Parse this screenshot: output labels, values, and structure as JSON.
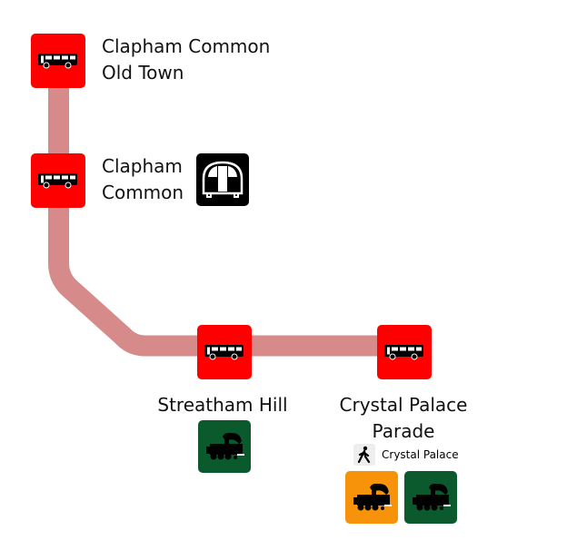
{
  "route": {
    "line_color": "#d68a8a",
    "stop_color": "#ff0000"
  },
  "stops": [
    {
      "name_line1": "Clapham Common",
      "name_line2": "Old Town",
      "icon": "bus-icon"
    },
    {
      "name_line1": "Clapham",
      "name_line2": "Common",
      "icon": "bus-icon",
      "connections": [
        {
          "type": "underground",
          "icon": "tube-train-icon",
          "color": "#000000"
        }
      ]
    },
    {
      "name_line1": "Streatham Hill",
      "icon": "bus-icon",
      "connections": [
        {
          "type": "rail",
          "icon": "steam-train-icon",
          "color": "#0b5a2e"
        }
      ]
    },
    {
      "name_line1": "Crystal Palace",
      "name_line2": "Parade",
      "icon": "bus-icon",
      "walk": {
        "icon": "walking-person-icon",
        "label": "Crystal Palace"
      },
      "connections": [
        {
          "type": "overground",
          "icon": "steam-train-icon",
          "color": "#f7930a"
        },
        {
          "type": "rail",
          "icon": "steam-train-icon",
          "color": "#0b5a2e"
        }
      ]
    }
  ]
}
